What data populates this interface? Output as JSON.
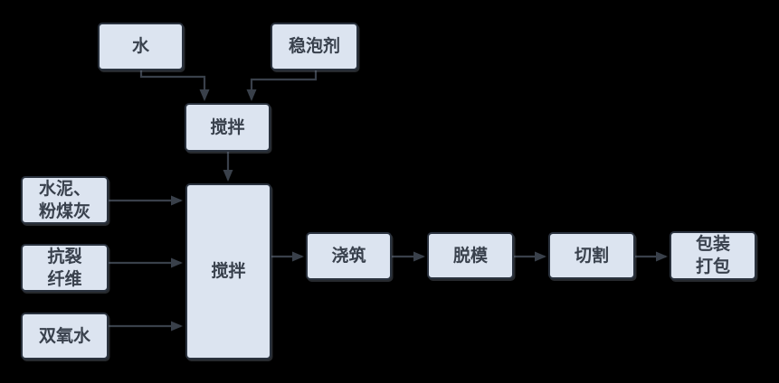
{
  "diagram": {
    "type": "flowchart",
    "nodes": {
      "water": {
        "label": "水"
      },
      "stabilizer": {
        "label": "稳泡剂"
      },
      "mix1": {
        "label": "搅拌"
      },
      "cement": {
        "label": "水泥、\n粉煤灰"
      },
      "fiber": {
        "label": "抗裂\n纤维"
      },
      "peroxide": {
        "label": "双氧水"
      },
      "mix2": {
        "label": "搅拌"
      },
      "pour": {
        "label": "浇筑"
      },
      "demold": {
        "label": "脱模"
      },
      "cut": {
        "label": "切割"
      },
      "pack": {
        "label": "包装\n打包"
      }
    },
    "edges": [
      {
        "from": "water",
        "to": "mix1"
      },
      {
        "from": "stabilizer",
        "to": "mix1"
      },
      {
        "from": "mix1",
        "to": "mix2"
      },
      {
        "from": "cement",
        "to": "mix2"
      },
      {
        "from": "fiber",
        "to": "mix2"
      },
      {
        "from": "peroxide",
        "to": "mix2"
      },
      {
        "from": "mix2",
        "to": "pour"
      },
      {
        "from": "pour",
        "to": "demold"
      },
      {
        "from": "demold",
        "to": "cut"
      },
      {
        "from": "cut",
        "to": "pack"
      }
    ],
    "colors": {
      "background": "#000000",
      "box_fill": "#dce4f0",
      "box_border": "#2a323e",
      "text": "#39414d",
      "arrow": "#39404a"
    }
  }
}
